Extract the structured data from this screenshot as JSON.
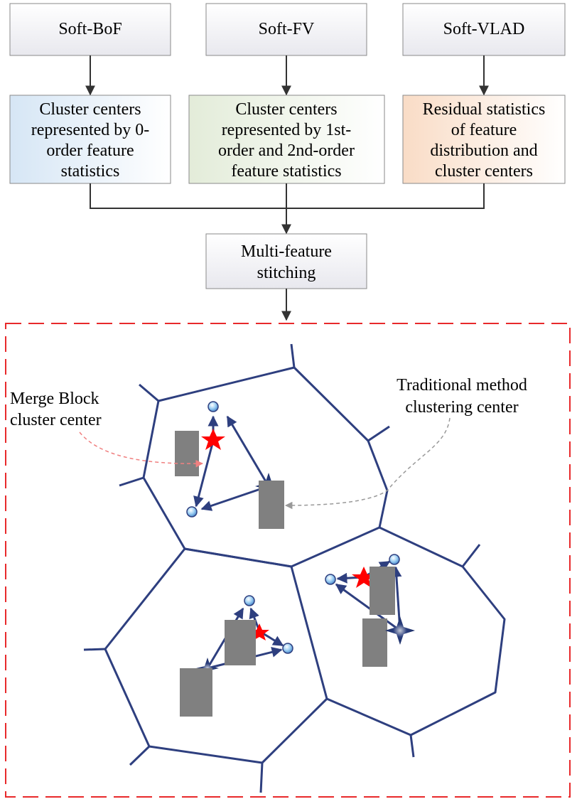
{
  "boxes": {
    "soft_bof": "Soft-BoF",
    "soft_fv": "Soft-FV",
    "soft_vlad": "Soft-VLAD",
    "bof_desc": [
      "Cluster centers",
      "represented by 0-",
      "order feature",
      "statistics"
    ],
    "fv_desc": [
      "Cluster centers",
      "represented by 1st-",
      "order and 2nd-order",
      "feature statistics"
    ],
    "vlad_desc": [
      "Residual statistics",
      "of feature",
      "distribution and",
      "cluster centers"
    ],
    "stitch": [
      "Multi-feature",
      "stitching"
    ]
  },
  "labels": {
    "merge": [
      "Merge Block",
      "cluster center"
    ],
    "traditional": [
      "Traditional method",
      "clustering center"
    ]
  },
  "colors": {
    "cell_line": "#2e3f7f",
    "merge_star": "#ff0000",
    "traditional_star": "#1f3470",
    "frame": "#e8292b",
    "box_blue": "#dfeaf6",
    "box_green": "#eaf1e4",
    "box_orange": "#fbe6d6",
    "occluder": "#808080"
  }
}
